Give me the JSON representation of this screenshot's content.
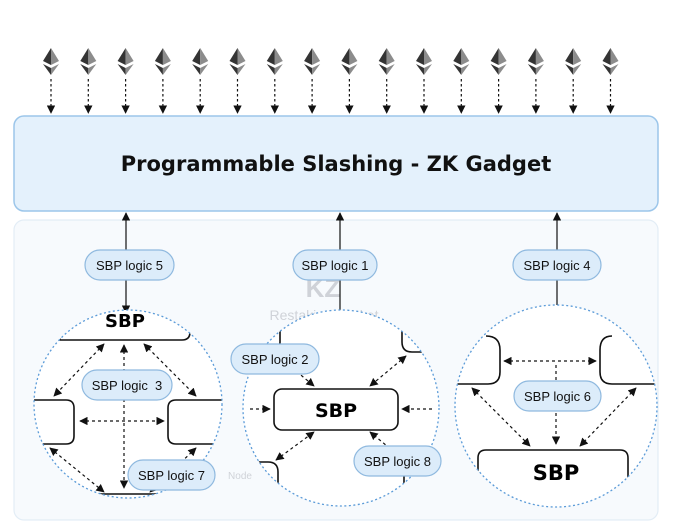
{
  "gadget": {
    "title": "Programmable Slashing - ZK Gadget"
  },
  "watermark": {
    "logo": "KZ",
    "text": "Restaking Market",
    "faint_label": "Node"
  },
  "eth_icon_count": 16,
  "sbp_label": "SBP",
  "logic_labels": {
    "l1": "SBP logic 1",
    "l2": "SBP logic 2",
    "l3": "SBP logic  3",
    "l4": "SBP logic 4",
    "l5": "SBP logic 5",
    "l6": "SBP logic 6",
    "l7": "SBP logic 7",
    "l8": "SBP logic 8"
  },
  "colors": {
    "gadget_fill": "#e4f1fc",
    "gadget_stroke": "#9cc6ea",
    "pill_fill": "#dcecfa",
    "pill_stroke": "#8fb9df",
    "circle_stroke": "#5b9bd8",
    "eth_dark": "#343434",
    "eth_light": "#8c8c8c"
  }
}
